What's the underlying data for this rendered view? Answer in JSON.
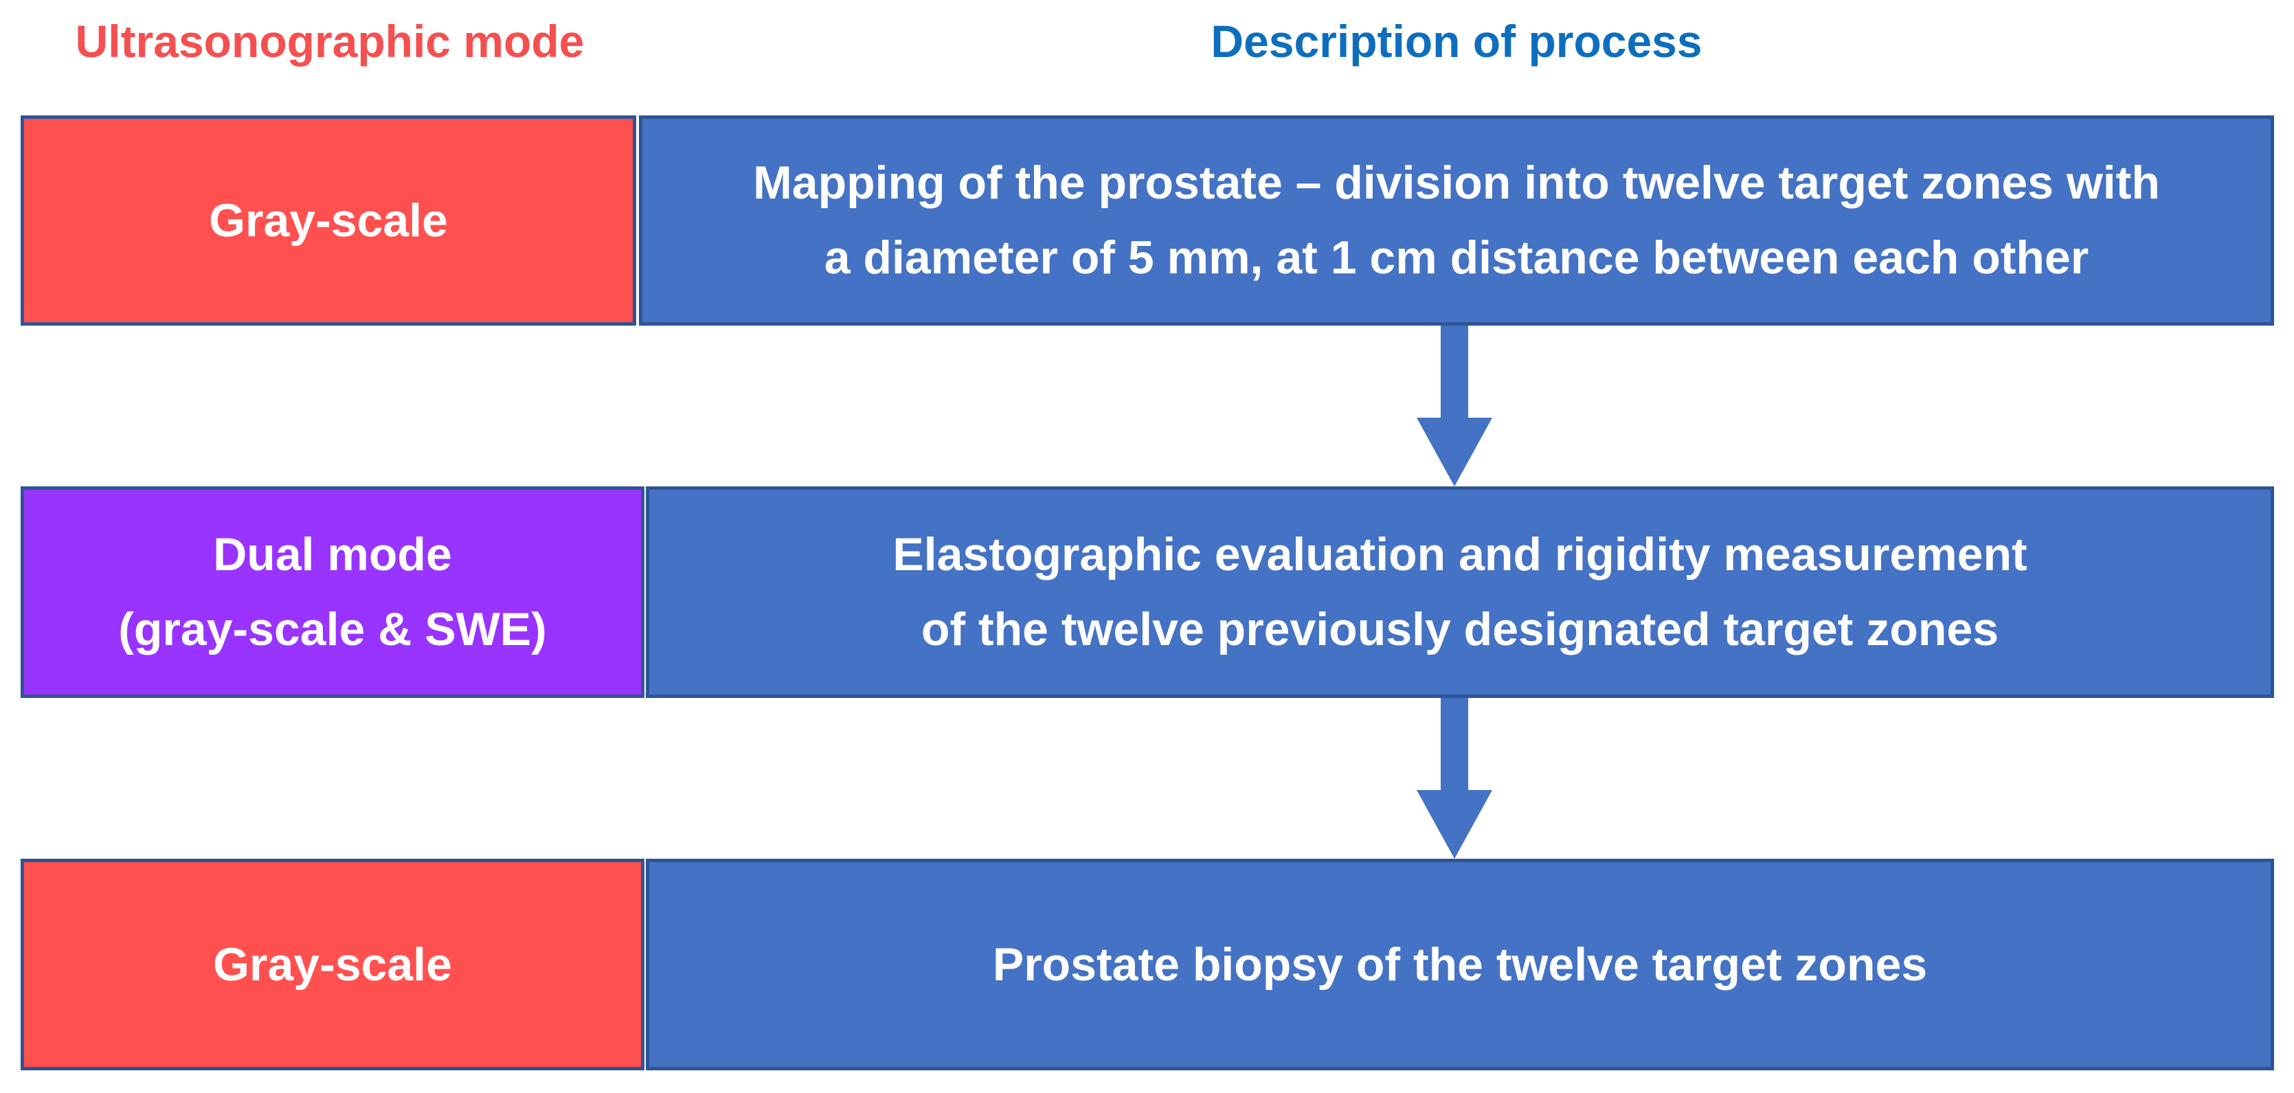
{
  "headers": {
    "mode": "Ultrasonographic mode",
    "description": "Description of process"
  },
  "colors": {
    "mode_header": "#F54F4F",
    "description_header": "#0E6EBE",
    "gray_scale_box": "#FF5050",
    "dual_mode_box": "#9933FF",
    "process_box": "#4472C4",
    "box_border": "#2F5496",
    "arrow": "#4472C4"
  },
  "steps": [
    {
      "mode": [
        "Gray-scale"
      ],
      "description": [
        "Mapping of the prostate – division into twelve target zones with",
        "a diameter of 5 mm, at 1 cm distance between each other"
      ]
    },
    {
      "mode": [
        "Dual mode",
        "(gray-scale & SWE)"
      ],
      "description": [
        "Elastographic evaluation and rigidity measurement",
        "of the twelve previously designated target zones"
      ]
    },
    {
      "mode": [
        "Gray-scale"
      ],
      "description": [
        "Prostate biopsy of the twelve target zones"
      ]
    }
  ],
  "arrows": [
    "down-arrow-icon",
    "down-arrow-icon"
  ]
}
